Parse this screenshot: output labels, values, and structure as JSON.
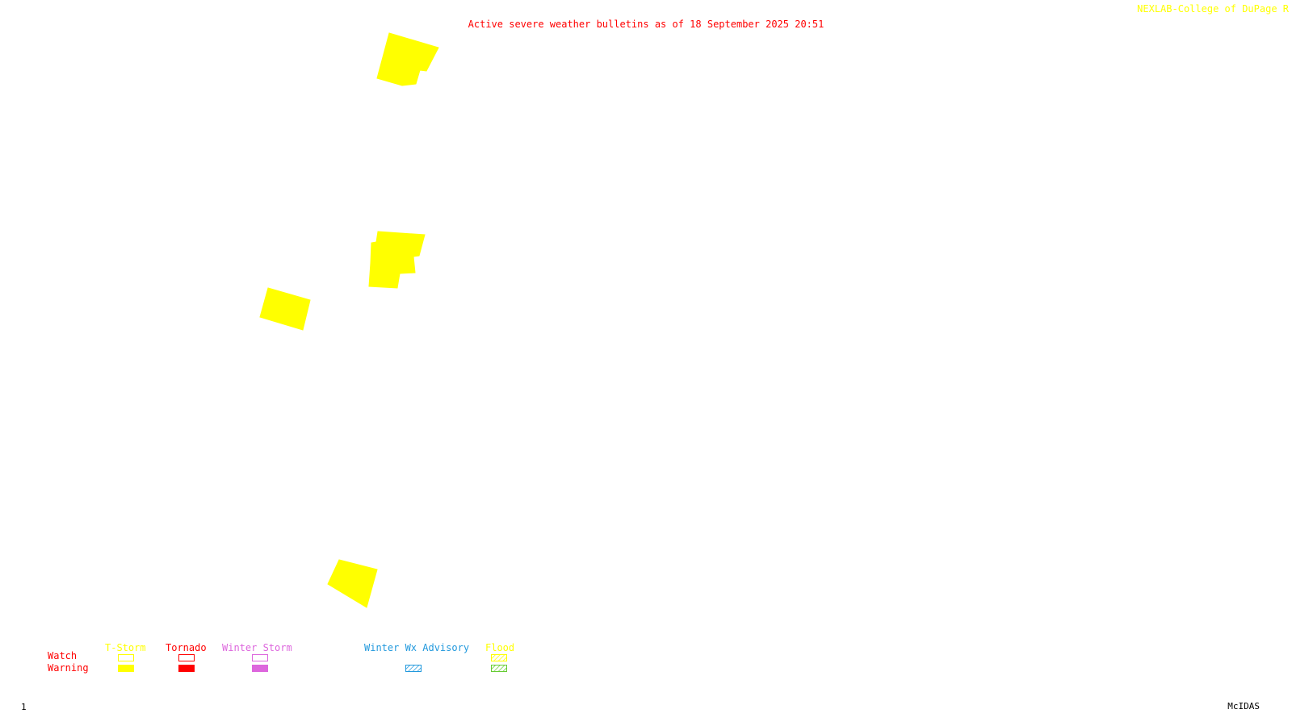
{
  "header": {
    "title": "Active severe weather bulletins as of 18 September 2025 20:51",
    "credit": "NEXLAB-College of DuPage R"
  },
  "footer": {
    "frame_number": "1",
    "software": "McIDAS"
  },
  "legend": {
    "row_labels": {
      "watch": "Watch",
      "warning": "Warning"
    },
    "categories": [
      {
        "key": "tstorm",
        "label": "T-Storm",
        "color": "#ffff00",
        "watch": "outline",
        "warning": "fill"
      },
      {
        "key": "tornado",
        "label": "Tornado",
        "color": "#ff0000",
        "watch": "outline",
        "warning": "fill"
      },
      {
        "key": "winter_storm",
        "label": "Winter Storm",
        "color": "#dd66dd",
        "watch": "outline",
        "warning": "fill"
      },
      {
        "key": "winter_wx_advisory",
        "label": "Winter Wx Advisory",
        "color": "#2299dd",
        "watch": "none",
        "warning": "hatch"
      },
      {
        "key": "flood",
        "label": "Flood",
        "color": "#ffff00",
        "warning_color": "#66cc33",
        "watch": "hatch",
        "warning": "hatch"
      }
    ]
  },
  "colors": {
    "tstorm_warning": "#ffff00",
    "background": "#ffffff"
  },
  "map": {
    "active_warning_type": "T-Storm Warning",
    "active_polygon_count": 4
  }
}
